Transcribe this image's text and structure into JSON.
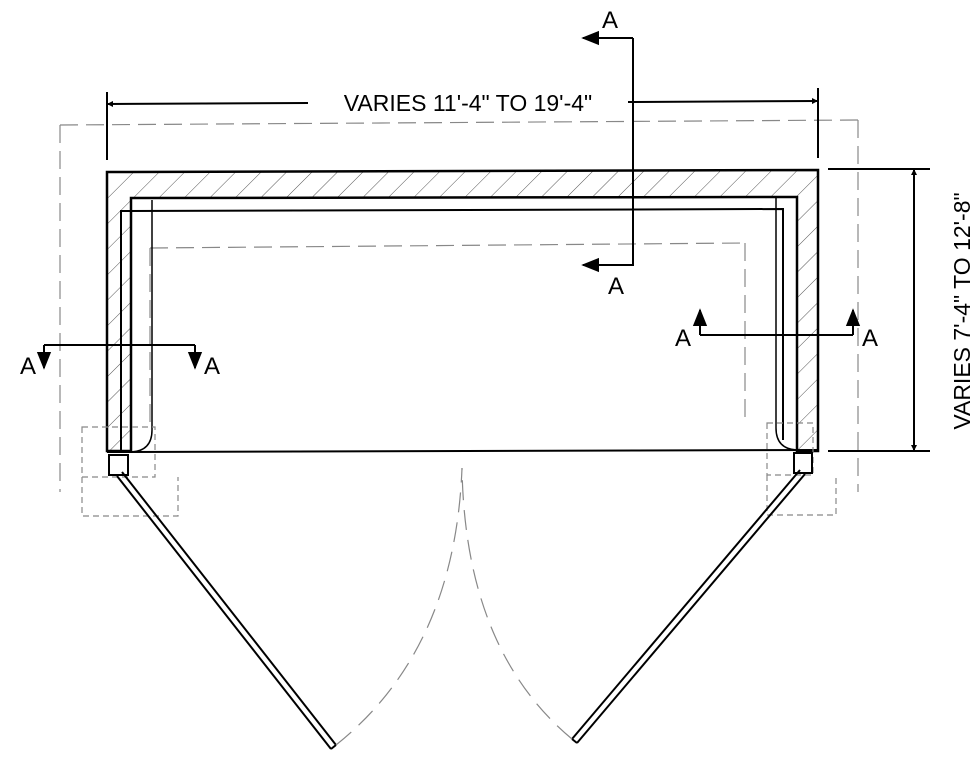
{
  "dimensions": {
    "width_label": "VARIES 11'-4\" TO 19'-4\"",
    "height_label": "VARIES 7'-4\" TO 12'-8\""
  },
  "section_markers": {
    "top_upper": "A",
    "top_lower": "A",
    "left_a": "A",
    "left_b": "A",
    "right_a": "A",
    "right_b": "A"
  }
}
